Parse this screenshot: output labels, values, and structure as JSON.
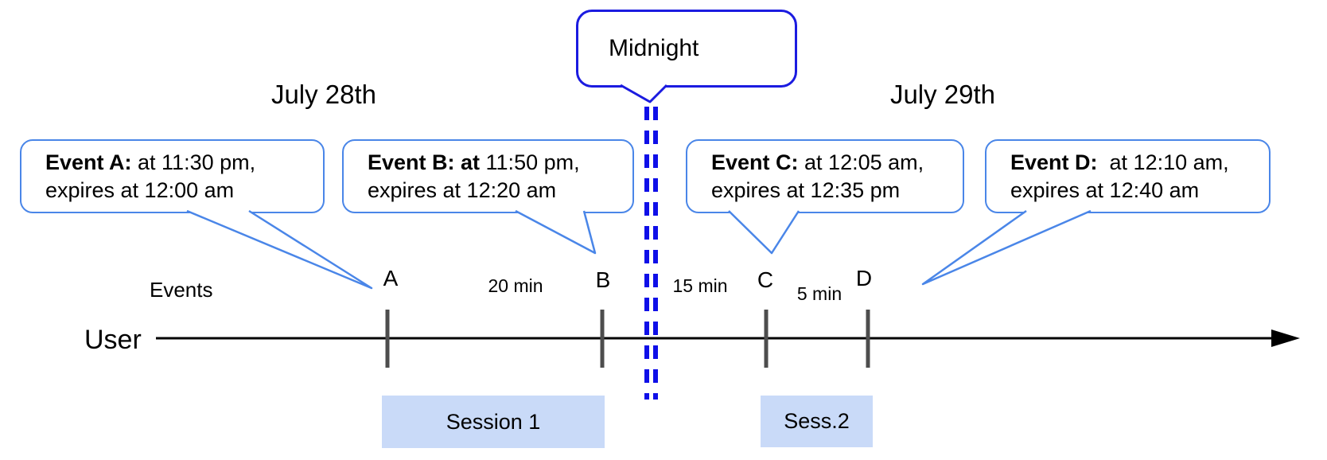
{
  "dates": {
    "left": "July 28th",
    "right": "July 29th"
  },
  "midnight": {
    "label": "Midnight"
  },
  "axis": {
    "events_label": "Events",
    "user_label": "User"
  },
  "callouts": [
    {
      "id": "A",
      "bold": "Event A:",
      "rest": " at 11:30 pm,",
      "line2": "expires at 12:00 am"
    },
    {
      "id": "B",
      "bold": "Event B: at",
      "rest": " 11:50 pm,",
      "line2": "expires at 12:20 am"
    },
    {
      "id": "C",
      "bold": "Event C:",
      "rest": " at 12:05 am,",
      "line2": "expires at 12:35 pm"
    },
    {
      "id": "D",
      "bold": "Event D:",
      "rest": "  at 12:10 am,",
      "line2": "expires at 12:40 am"
    }
  ],
  "tick_labels": [
    "A",
    "B",
    "C",
    "D"
  ],
  "gap_labels": [
    "20 min",
    "15 min",
    "5 min"
  ],
  "sessions": [
    {
      "label": "Session 1"
    },
    {
      "label": "Sess.2"
    }
  ],
  "colors": {
    "callout_border": "#4a86e8",
    "midnight_border": "#1b1be0",
    "dash_blue": "#0f0fe8",
    "session_fill": "#c9daf8",
    "tick_gray": "#4d4d4d"
  }
}
